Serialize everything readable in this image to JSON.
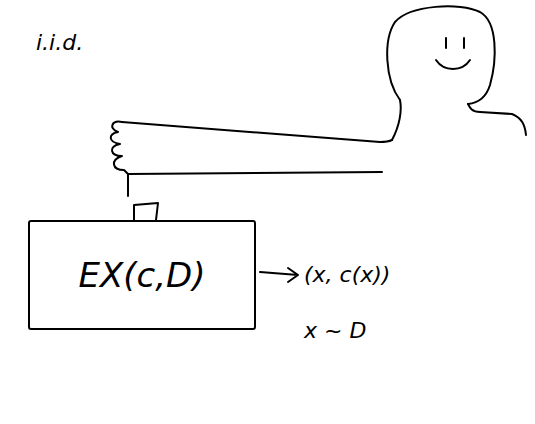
{
  "diagram": {
    "nodes": [
      {
        "text": [
          "EX(c,D)"
        ]
      }
    ],
    "labels": [
      "i.i.d.",
      "(x, c(x))",
      "x ~ D"
    ]
  }
}
